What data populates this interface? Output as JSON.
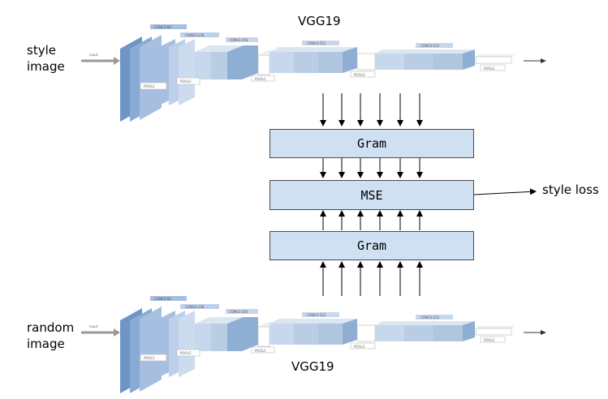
{
  "top": {
    "label": "style\nimage",
    "title": "VGG19"
  },
  "bottom": {
    "label": "random\nimage",
    "title": "VGG19"
  },
  "vgg": {
    "input_label": "input",
    "conv_labels": [
      "CONV3-64",
      "CONV3-128",
      "CONV3-256",
      "CONV3-512",
      "CONV3-512"
    ],
    "pool_labels": [
      "POOL2",
      "POOL2",
      "POOL2",
      "POOL2",
      "POOL2"
    ]
  },
  "boxes": {
    "gram_top": "Gram",
    "mse": "MSE",
    "gram_bottom": "Gram"
  },
  "output": {
    "label": "style loss"
  },
  "colors": {
    "box_fill": "#cfe0f2",
    "box_border": "#4a4a4a",
    "block_front": "#b9cde4",
    "block_side": "#8faed4",
    "block_top": "#dbe6f3"
  }
}
